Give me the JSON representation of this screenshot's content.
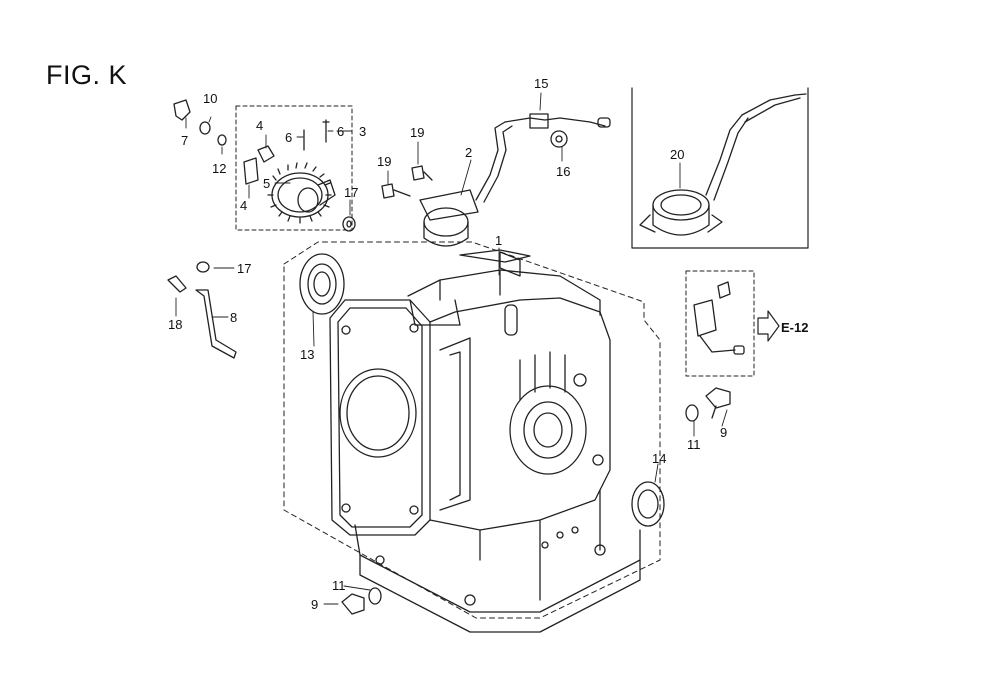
{
  "figure": {
    "title": "FIG. K"
  },
  "crossref": {
    "label": "E-12"
  },
  "parts": {
    "p1": "1",
    "p2": "2",
    "p3": "3",
    "p4a": "4",
    "p4b": "4",
    "p5": "5",
    "p6a": "6",
    "p6b": "6",
    "p7": "7",
    "p8": "8",
    "p9a": "9",
    "p9b": "9",
    "p10": "10",
    "p11a": "11",
    "p11b": "11",
    "p12": "12",
    "p13": "13",
    "p14": "14",
    "p15": "15",
    "p16": "16",
    "p17a": "17",
    "p17b": "17",
    "p18": "18",
    "p19a": "19",
    "p19b": "19",
    "p20": "20"
  }
}
